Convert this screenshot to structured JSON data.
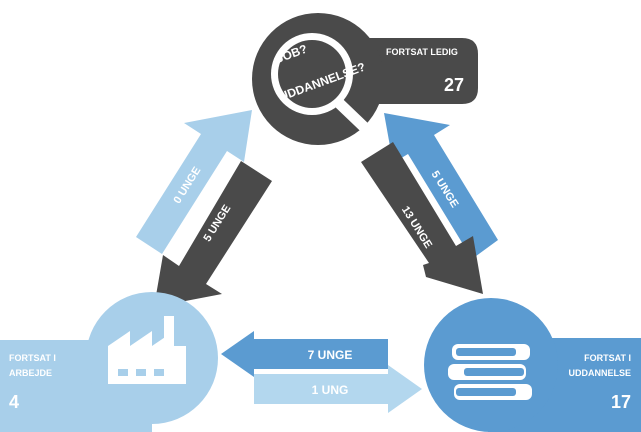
{
  "colors": {
    "dark": "#4a4a4a",
    "light_blue": "#a8cfea",
    "pale_blue": "#b3d7ee",
    "mid_blue": "#5b9bd1",
    "white": "#ffffff"
  },
  "nodes": {
    "top": {
      "icon": "magnifier-icon",
      "icon_text_1": "JOB?",
      "icon_text_2": "UDDANNELSE?",
      "label": "FORTSAT LEDIG",
      "value": "27"
    },
    "left": {
      "icon": "factory-icon",
      "label_1": "FORTSAT I",
      "label_2": "ARBEJDE",
      "value": "4"
    },
    "right": {
      "icon": "books-icon",
      "label_1": "FORTSAT I",
      "label_2": "UDDANNELSE",
      "value": "17"
    }
  },
  "flows": {
    "left_to_top": "0 UNGE",
    "top_to_left": "5 UNGE",
    "right_to_top": "5 UNGE",
    "top_to_right": "13 UNGE",
    "right_to_left": "7 UNGE",
    "left_to_right": "1 UNG"
  }
}
